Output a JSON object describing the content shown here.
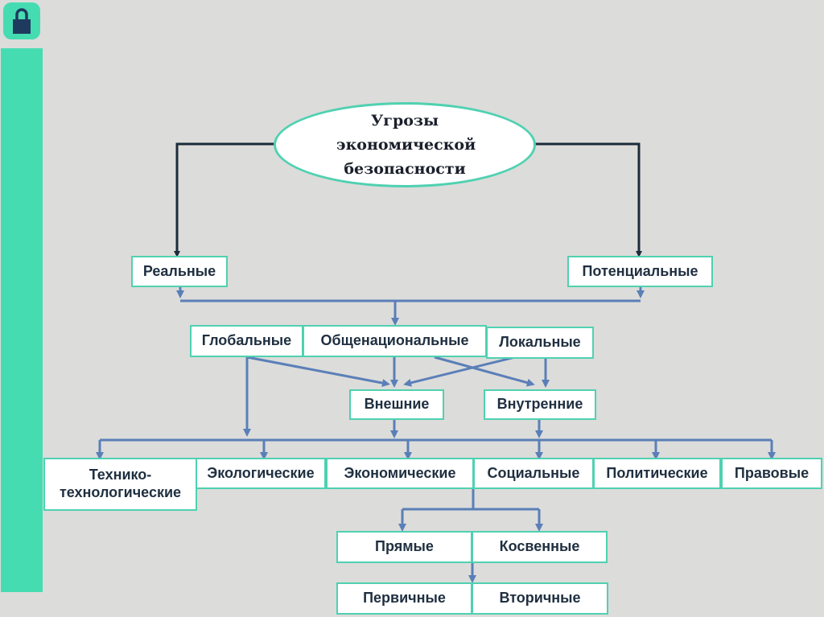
{
  "root": {
    "title": "Угрозы экономической безопасности"
  },
  "level1": {
    "real": "Реальные",
    "potential": "Потенциальные"
  },
  "scale": {
    "global": "Глобальные",
    "national": "Общенациональные",
    "local": "Локальные"
  },
  "source": {
    "external": "Внешние",
    "internal": "Внутренние"
  },
  "spheres": {
    "tech": "Технико-технологические",
    "ecological": "Экологические",
    "economic": "Экономические",
    "social": "Социальные",
    "political": "Политические",
    "legal": "Правовые"
  },
  "impact": {
    "direct": "Прямые",
    "indirect": "Косвенные"
  },
  "order": {
    "primary": "Первичные",
    "secondary": "Вторичные"
  },
  "colors": {
    "accent": "#46dcb2",
    "node_border": "#4fd1b1",
    "connector": "#5a7fb8",
    "root_connector": "#1c2b3a",
    "background": "#dcdcda"
  }
}
